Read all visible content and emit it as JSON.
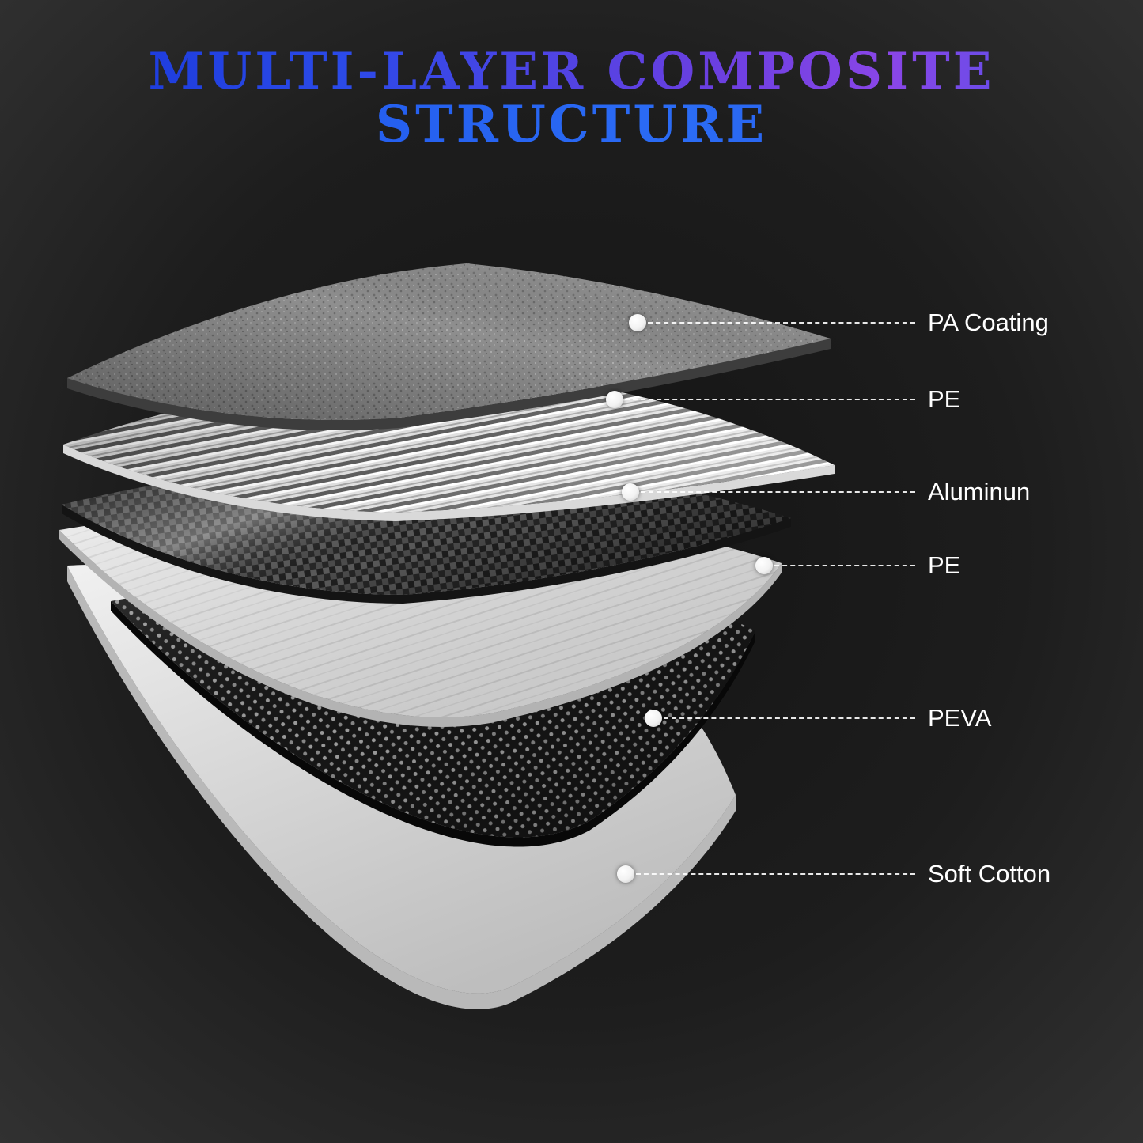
{
  "title": {
    "line1": "MULTI-LAYER COMPOSITE",
    "line2": "STRUCTURE"
  },
  "diagram": {
    "layers": [
      {
        "label": "PA Coating",
        "texture": "embossed-gray-coating"
      },
      {
        "label": "PE",
        "texture": "ribbed-silver-film"
      },
      {
        "label": "Aluminun",
        "texture": "carbon-weave-dark"
      },
      {
        "label": "PE",
        "texture": "smooth-white-film"
      },
      {
        "label": "PEVA",
        "texture": "perforated-black-sheet"
      },
      {
        "label": "Soft Cotton",
        "texture": "thick-white-cotton"
      }
    ]
  },
  "colors": {
    "background": "#1d1d1d",
    "title_gradient_start": "#1534d6",
    "title_gradient_end": "#8a46e8",
    "title_line2_blue": "#2b6cf5",
    "label_text": "#ffffff"
  }
}
